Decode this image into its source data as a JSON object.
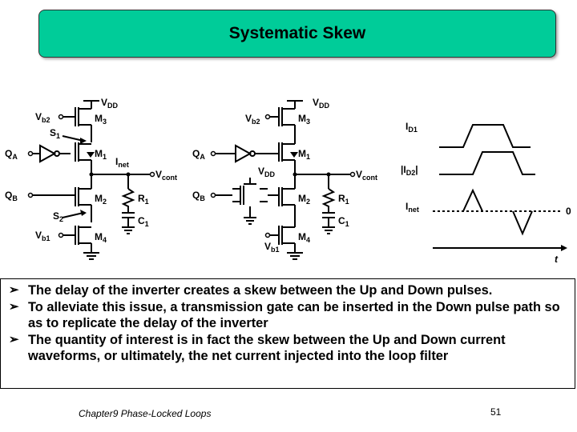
{
  "title": "Systematic Skew",
  "circuit_left": {
    "vdd": "V",
    "vdd_sub": "DD",
    "vb2": "V",
    "vb2_sub": "b2",
    "m3": "M",
    "m3_sub": "3",
    "s1": "S",
    "s1_sub": "1",
    "qa": "Q",
    "qa_sub": "A",
    "m1": "M",
    "m1_sub": "1",
    "inet": "I",
    "inet_sub": "net",
    "vcont": "V",
    "vcont_sub": "cont",
    "qb": "Q",
    "qb_sub": "B",
    "m2": "M",
    "m2_sub": "2",
    "r1": "R",
    "r1_sub": "1",
    "s2": "S",
    "s2_sub": "2",
    "c1": "C",
    "c1_sub": "1",
    "vb1": "V",
    "vb1_sub": "b1",
    "m4": "M",
    "m4_sub": "4"
  },
  "circuit_right": {
    "vdd": "V",
    "vdd_sub": "DD",
    "vb2": "V",
    "vb2_sub": "b2",
    "m3": "M",
    "m3_sub": "3",
    "qa": "Q",
    "qa_sub": "A",
    "m1": "M",
    "m1_sub": "1",
    "vdd2": "V",
    "vdd2_sub": "DD",
    "vcont": "V",
    "vcont_sub": "cont",
    "qb": "Q",
    "qb_sub": "B",
    "m2": "M",
    "m2_sub": "2",
    "r1": "R",
    "r1_sub": "1",
    "c1": "C",
    "c1_sub": "1",
    "vb1": "V",
    "vb1_sub": "b1",
    "m4": "M",
    "m4_sub": "4"
  },
  "waveforms": {
    "id1": "I",
    "id1_sub": "D1",
    "id2_prefix": "|I",
    "id2_sub": "D2",
    "id2_suffix": "|",
    "inet": "I",
    "inet_sub": "net",
    "zero": "0",
    "t": "t"
  },
  "bullets": [
    "The delay of the inverter creates a skew between the Up and Down pulses.",
    "To alleviate this issue, a transmission gate can be inserted in the Down pulse path so as to replicate the delay of the inverter",
    "The quantity of interest is in fact the skew between the Up and Down current waveforms, or ultimately, the net current injected into the loop filter"
  ],
  "bullet_marker": "➢",
  "footer": "Chapter9 Phase-Locked Loops",
  "page_number": "51",
  "colors": {
    "title_bg": "#00cc99"
  }
}
